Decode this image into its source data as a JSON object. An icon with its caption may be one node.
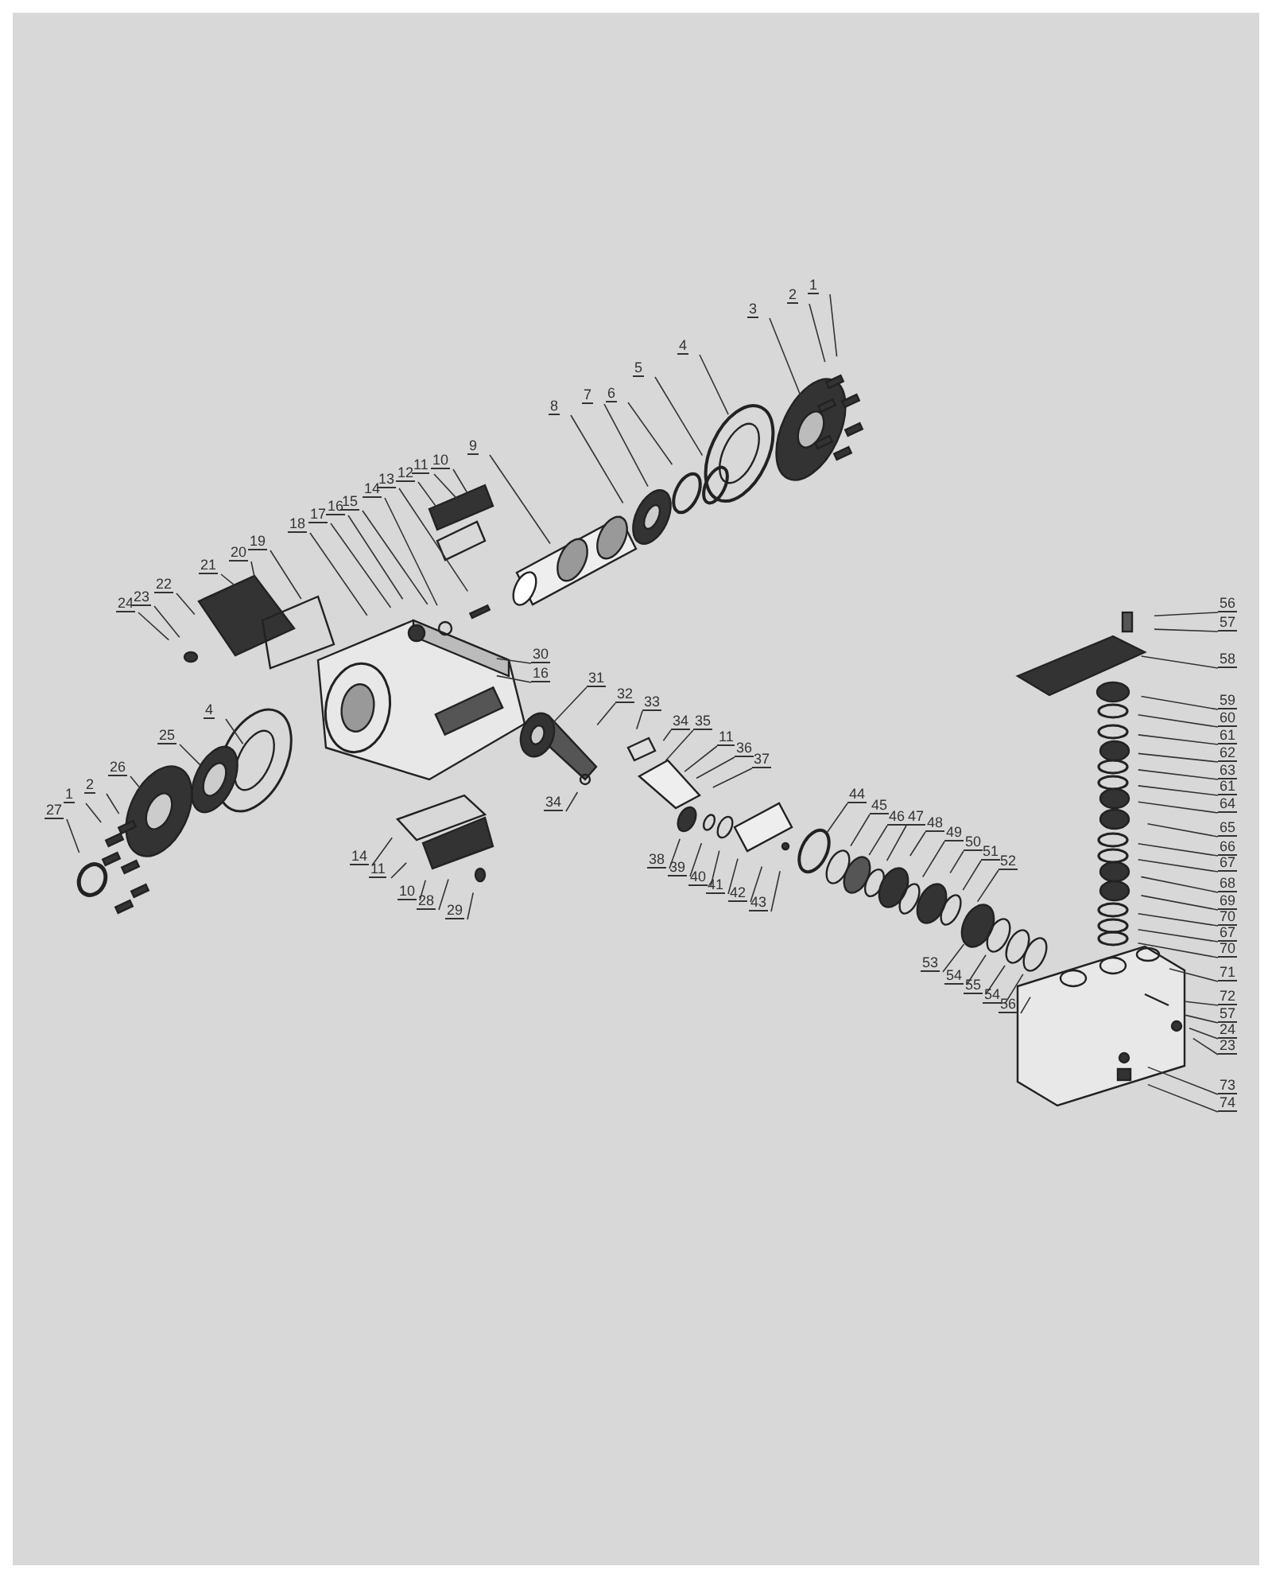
{
  "diagram": {
    "nodes": [
      {
        "text": [
          "1"
        ]
      },
      {
        "text": [
          "2"
        ]
      },
      {
        "text": [
          "3"
        ]
      },
      {
        "text": [
          "4"
        ]
      },
      {
        "text": [
          "5"
        ]
      },
      {
        "text": [
          "6"
        ]
      },
      {
        "text": [
          "7"
        ]
      },
      {
        "text": [
          "8"
        ]
      },
      {
        "text": [
          "9"
        ]
      },
      {
        "text": [
          "10"
        ]
      },
      {
        "text": [
          "11"
        ]
      },
      {
        "text": [
          "12"
        ]
      },
      {
        "text": [
          "13"
        ]
      },
      {
        "text": [
          "14"
        ]
      },
      {
        "text": [
          "15"
        ]
      },
      {
        "text": [
          "16"
        ]
      },
      {
        "text": [
          "17"
        ]
      },
      {
        "text": [
          "18"
        ]
      },
      {
        "text": [
          "19"
        ]
      },
      {
        "text": [
          "20"
        ]
      },
      {
        "text": [
          "21"
        ]
      },
      {
        "text": [
          "22"
        ]
      },
      {
        "text": [
          "23"
        ]
      },
      {
        "text": [
          "24"
        ]
      },
      {
        "text": [
          "30"
        ]
      },
      {
        "text": [
          "16"
        ]
      },
      {
        "text": [
          "4"
        ]
      },
      {
        "text": [
          "25"
        ]
      },
      {
        "text": [
          "26"
        ]
      },
      {
        "text": [
          "2"
        ]
      },
      {
        "text": [
          "1"
        ]
      },
      {
        "text": [
          "27"
        ]
      },
      {
        "text": [
          "31"
        ]
      },
      {
        "text": [
          "32"
        ]
      },
      {
        "text": [
          "33"
        ]
      },
      {
        "text": [
          "34"
        ]
      },
      {
        "text": [
          "35"
        ]
      },
      {
        "text": [
          "11"
        ]
      },
      {
        "text": [
          "36"
        ]
      },
      {
        "text": [
          "37"
        ]
      },
      {
        "text": [
          "34"
        ]
      },
      {
        "text": [
          "14"
        ]
      },
      {
        "text": [
          "11"
        ]
      },
      {
        "text": [
          "10"
        ]
      },
      {
        "text": [
          "28"
        ]
      },
      {
        "text": [
          "29"
        ]
      },
      {
        "text": [
          "38"
        ]
      },
      {
        "text": [
          "39"
        ]
      },
      {
        "text": [
          "40"
        ]
      },
      {
        "text": [
          "41"
        ]
      },
      {
        "text": [
          "42"
        ]
      },
      {
        "text": [
          "43"
        ]
      },
      {
        "text": [
          "44"
        ]
      },
      {
        "text": [
          "45"
        ]
      },
      {
        "text": [
          "46"
        ]
      },
      {
        "text": [
          "47"
        ]
      },
      {
        "text": [
          "48"
        ]
      },
      {
        "text": [
          "49"
        ]
      },
      {
        "text": [
          "50"
        ]
      },
      {
        "text": [
          "51"
        ]
      },
      {
        "text": [
          "52"
        ]
      },
      {
        "text": [
          "53"
        ]
      },
      {
        "text": [
          "54"
        ]
      },
      {
        "text": [
          "55"
        ]
      },
      {
        "text": [
          "54"
        ]
      },
      {
        "text": [
          "56"
        ]
      },
      {
        "text": [
          "56"
        ]
      },
      {
        "text": [
          "57"
        ]
      },
      {
        "text": [
          "58"
        ]
      },
      {
        "text": [
          "59"
        ]
      },
      {
        "text": [
          "60"
        ]
      },
      {
        "text": [
          "61"
        ]
      },
      {
        "text": [
          "62"
        ]
      },
      {
        "text": [
          "63"
        ]
      },
      {
        "text": [
          "61"
        ]
      },
      {
        "text": [
          "64"
        ]
      },
      {
        "text": [
          "65"
        ]
      },
      {
        "text": [
          "66"
        ]
      },
      {
        "text": [
          "67"
        ]
      },
      {
        "text": [
          "68"
        ]
      },
      {
        "text": [
          "69"
        ]
      },
      {
        "text": [
          "70"
        ]
      },
      {
        "text": [
          "67"
        ]
      },
      {
        "text": [
          "70"
        ]
      },
      {
        "text": [
          "71"
        ]
      },
      {
        "text": [
          "72"
        ]
      },
      {
        "text": [
          "57"
        ]
      },
      {
        "text": [
          "24"
        ]
      },
      {
        "text": [
          "23"
        ]
      },
      {
        "text": [
          "73"
        ]
      },
      {
        "text": [
          "74"
        ]
      }
    ],
    "edges": [
      {
        "from": 0,
        "to": null,
        "arrow": "none"
      },
      {
        "from": 1,
        "to": null,
        "arrow": "none"
      },
      {
        "from": 2,
        "to": null,
        "arrow": "none"
      },
      {
        "from": 3,
        "to": null,
        "arrow": "none"
      },
      {
        "from": 4,
        "to": null,
        "arrow": "none"
      },
      {
        "from": 5,
        "to": null,
        "arrow": "none"
      },
      {
        "from": 6,
        "to": null,
        "arrow": "none"
      },
      {
        "from": 7,
        "to": null,
        "arrow": "none"
      },
      {
        "from": 8,
        "to": null,
        "arrow": "none"
      },
      {
        "from": 9,
        "to": null,
        "arrow": "none"
      },
      {
        "from": 10,
        "to": null,
        "arrow": "none"
      },
      {
        "from": 11,
        "to": null,
        "arrow": "none"
      },
      {
        "from": 12,
        "to": null,
        "arrow": "none"
      },
      {
        "from": 13,
        "to": null,
        "arrow": "none"
      },
      {
        "from": 14,
        "to": null,
        "arrow": "none"
      },
      {
        "from": 15,
        "to": null,
        "arrow": "none"
      },
      {
        "from": 16,
        "to": null,
        "arrow": "none"
      },
      {
        "from": 17,
        "to": null,
        "arrow": "none"
      },
      {
        "from": 18,
        "to": null,
        "arrow": "none"
      },
      {
        "from": 19,
        "to": null,
        "arrow": "none"
      },
      {
        "from": 20,
        "to": null,
        "arrow": "none"
      },
      {
        "from": 21,
        "to": null,
        "arrow": "none"
      },
      {
        "from": 22,
        "to": null,
        "arrow": "none"
      },
      {
        "from": 23,
        "to": null,
        "arrow": "none"
      },
      {
        "from": 24,
        "to": null,
        "arrow": "none"
      },
      {
        "from": 25,
        "to": null,
        "arrow": "none"
      },
      {
        "from": 26,
        "to": null,
        "arrow": "none"
      },
      {
        "from": 27,
        "to": null,
        "arrow": "none"
      },
      {
        "from": 28,
        "to": null,
        "arrow": "none"
      },
      {
        "from": 29,
        "to": null,
        "arrow": "none"
      },
      {
        "from": 30,
        "to": null,
        "arrow": "none"
      },
      {
        "from": 31,
        "to": null,
        "arrow": "none"
      },
      {
        "from": 32,
        "to": null,
        "arrow": "none"
      },
      {
        "from": 33,
        "to": null,
        "arrow": "none"
      },
      {
        "from": 34,
        "to": null,
        "arrow": "none"
      },
      {
        "from": 35,
        "to": null,
        "arrow": "none"
      },
      {
        "from": 36,
        "to": null,
        "arrow": "none"
      },
      {
        "from": 37,
        "to": null,
        "arrow": "none"
      },
      {
        "from": 38,
        "to": null,
        "arrow": "none"
      },
      {
        "from": 39,
        "to": null,
        "arrow": "none"
      },
      {
        "from": 40,
        "to": null,
        "arrow": "none"
      },
      {
        "from": 41,
        "to": null,
        "arrow": "none"
      },
      {
        "from": 42,
        "to": null,
        "arrow": "none"
      },
      {
        "from": 43,
        "to": null,
        "arrow": "none"
      },
      {
        "from": 44,
        "to": null,
        "arrow": "none"
      },
      {
        "from": 45,
        "to": null,
        "arrow": "none"
      },
      {
        "from": 46,
        "to": null,
        "arrow": "none"
      },
      {
        "from": 47,
        "to": null,
        "arrow": "none"
      },
      {
        "from": 48,
        "to": null,
        "arrow": "none"
      },
      {
        "from": 49,
        "to": null,
        "arrow": "none"
      },
      {
        "from": 50,
        "to": null,
        "arrow": "none"
      },
      {
        "from": 51,
        "to": null,
        "arrow": "none"
      },
      {
        "from": 52,
        "to": null,
        "arrow": "none"
      },
      {
        "from": 53,
        "to": null,
        "arrow": "none"
      },
      {
        "from": 54,
        "to": null,
        "arrow": "none"
      },
      {
        "from": 55,
        "to": null,
        "arrow": "none"
      },
      {
        "from": 56,
        "to": null,
        "arrow": "none"
      },
      {
        "from": 57,
        "to": null,
        "arrow": "none"
      },
      {
        "from": 58,
        "to": null,
        "arrow": "none"
      },
      {
        "from": 59,
        "to": null,
        "arrow": "none"
      },
      {
        "from": 60,
        "to": null,
        "arrow": "none"
      },
      {
        "from": 61,
        "to": null,
        "arrow": "none"
      },
      {
        "from": 62,
        "to": null,
        "arrow": "none"
      },
      {
        "from": 63,
        "to": null,
        "arrow": "none"
      },
      {
        "from": 64,
        "to": null,
        "arrow": "none"
      },
      {
        "from": 65,
        "to": null,
        "arrow": "none"
      },
      {
        "from": 66,
        "to": null,
        "arrow": "none"
      },
      {
        "from": 67,
        "to": null,
        "arrow": "none"
      },
      {
        "from": 68,
        "to": null,
        "arrow": "none"
      },
      {
        "from": 69,
        "to": null,
        "arrow": "none"
      },
      {
        "from": 70,
        "to": null,
        "arrow": "none"
      },
      {
        "from": 71,
        "to": null,
        "arrow": "none"
      },
      {
        "from": 72,
        "to": null,
        "arrow": "none"
      },
      {
        "from": 73,
        "to": null,
        "arrow": "none"
      },
      {
        "from": 74,
        "to": null,
        "arrow": "none"
      },
      {
        "from": 75,
        "to": null,
        "arrow": "none"
      },
      {
        "from": 76,
        "to": null,
        "arrow": "none"
      },
      {
        "from": 77,
        "to": null,
        "arrow": "none"
      },
      {
        "from": 78,
        "to": null,
        "arrow": "none"
      },
      {
        "from": 79,
        "to": null,
        "arrow": "none"
      },
      {
        "from": 80,
        "to": null,
        "arrow": "none"
      },
      {
        "from": 81,
        "to": null,
        "arrow": "none"
      },
      {
        "from": 82,
        "to": null,
        "arrow": "none"
      },
      {
        "from": 83,
        "to": null,
        "arrow": "none"
      },
      {
        "from": 84,
        "to": null,
        "arrow": "none"
      },
      {
        "from": 85,
        "to": null,
        "arrow": "none"
      },
      {
        "from": 86,
        "to": null,
        "arrow": "none"
      },
      {
        "from": 87,
        "to": null,
        "arrow": "none"
      },
      {
        "from": 88,
        "to": null,
        "arrow": "none"
      },
      {
        "from": 89,
        "to": null,
        "arrow": "none"
      },
      {
        "from": 90,
        "to": null,
        "arrow": "none"
      }
    ]
  }
}
